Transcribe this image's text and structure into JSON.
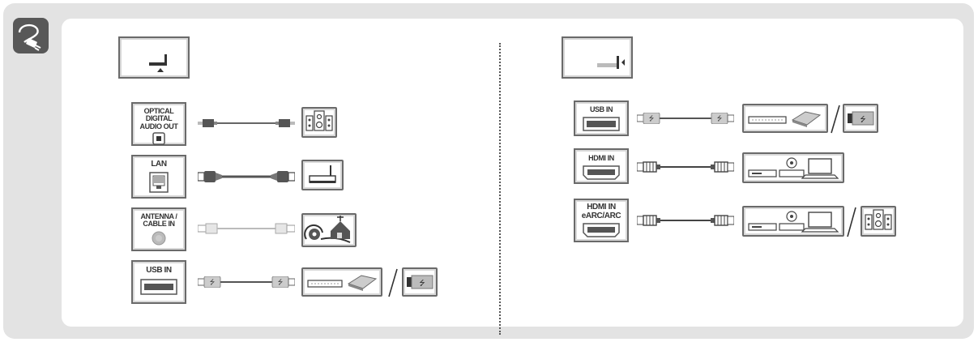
{
  "left": {
    "ports": [
      {
        "label": "OPTICAL DIGITAL AUDIO OUT"
      },
      {
        "label": "LAN"
      },
      {
        "label": "ANTENNA / CABLE IN"
      },
      {
        "label": "USB IN"
      }
    ]
  },
  "right": {
    "ports": [
      {
        "label": "USB IN"
      },
      {
        "label": "HDMI IN"
      },
      {
        "label": "HDMI IN eARC/ARC"
      }
    ]
  },
  "icons": {
    "badge": "cable-connect-icon",
    "usb": "usb-symbol-icon"
  },
  "colors": {
    "frame_bg": "#e3e3e3",
    "panel_bg": "#ffffff",
    "outline": "#6a6a6a",
    "badge": "#585858"
  }
}
